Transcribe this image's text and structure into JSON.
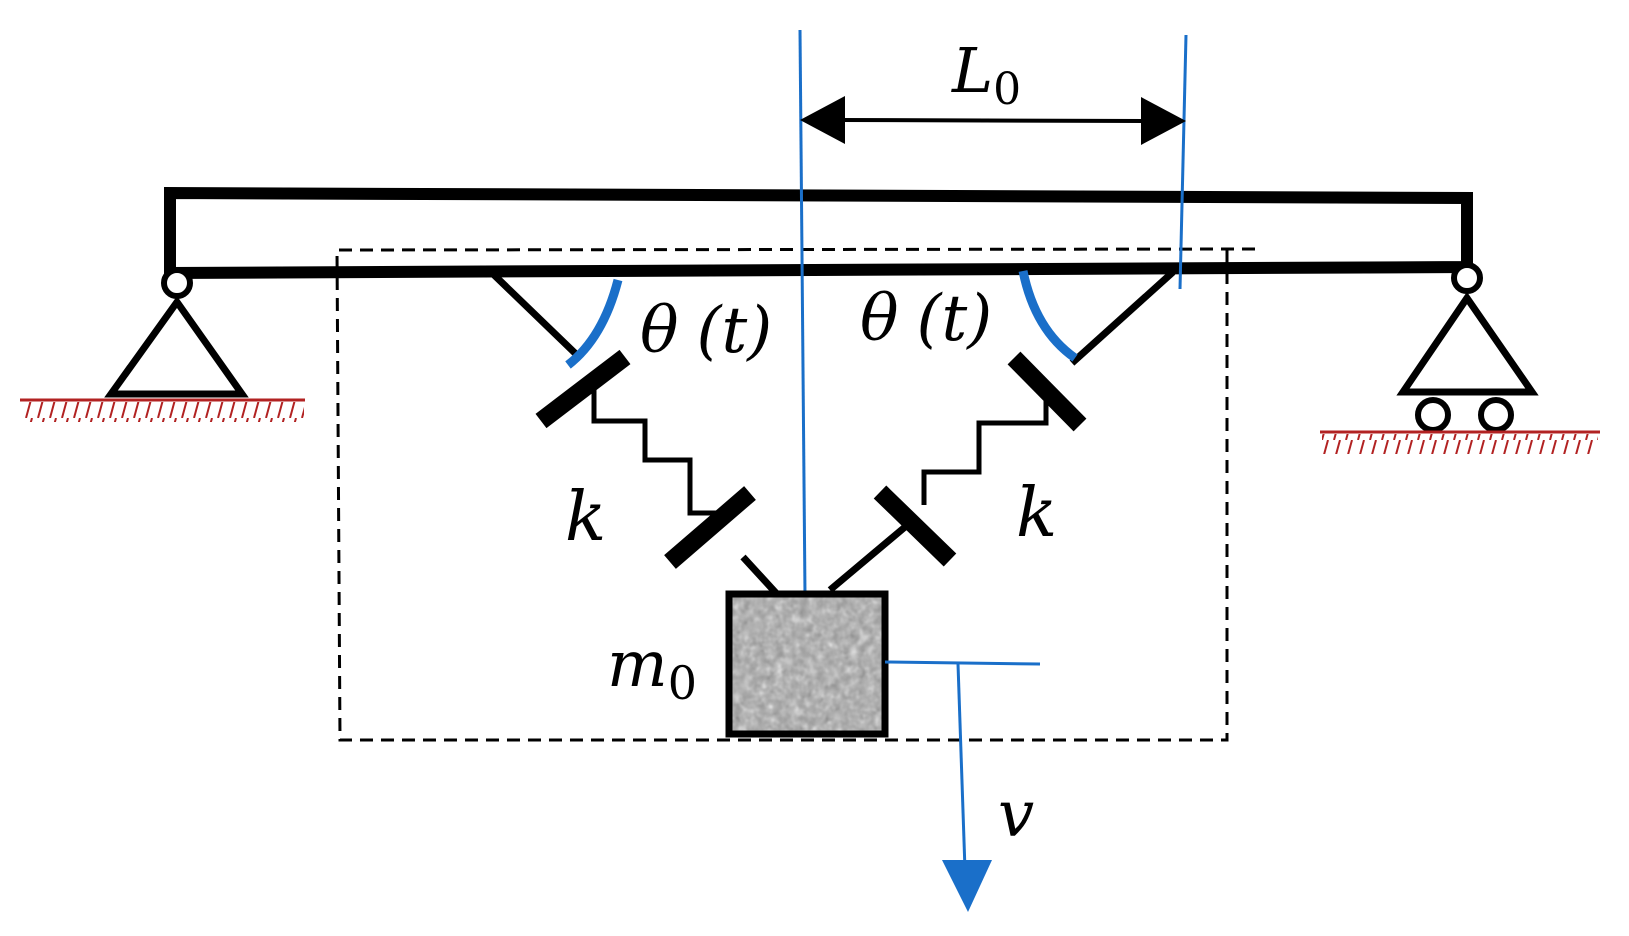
{
  "labels": {
    "span_L": "L",
    "span_sub": "0",
    "theta_left_sym": "θ",
    "theta_left_paren": "(t)",
    "theta_right_sym": "θ",
    "theta_right_paren": "(t)",
    "spring_left": "k",
    "spring_right": "k",
    "mass_m": "m",
    "mass_sub": "0",
    "velocity": "v"
  },
  "colors": {
    "structure": "#000000",
    "accent": "#1a6fc9",
    "ground": "#b22222",
    "mass_fill": "#9a9a9a"
  }
}
